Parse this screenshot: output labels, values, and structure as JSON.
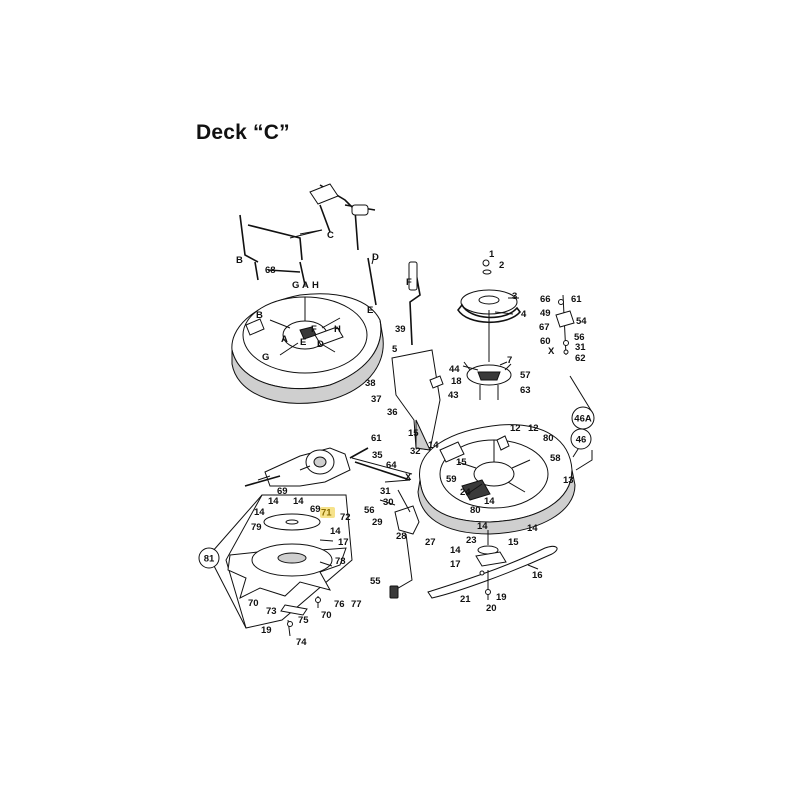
{
  "title": "Deck “C”",
  "labels": {
    "l1": "1",
    "l2": "2",
    "l3": "3",
    "l4": "4",
    "l5": "5",
    "l7": "7",
    "l12": "12",
    "l13": "13",
    "l14": "14",
    "l15": "15",
    "l16": "16",
    "l17": "17",
    "l18": "18",
    "l19": "19",
    "l20": "20",
    "l21": "21",
    "l23": "23",
    "l24": "24",
    "l27": "27",
    "l28": "28",
    "l29": "29",
    "l30": "30",
    "l31": "31",
    "l32": "32",
    "l35": "35",
    "l36": "36",
    "l37": "37",
    "l38": "38",
    "l39": "39",
    "l43": "43",
    "l44": "44",
    "l49": "49",
    "l54": "54",
    "l55": "55",
    "l56": "56",
    "l57": "57",
    "l58": "58",
    "l59": "59",
    "l60": "60",
    "l61": "61",
    "l62": "62",
    "l63": "63",
    "l64": "64",
    "l66": "66",
    "l67": "67",
    "l68": "68",
    "l69": "69",
    "l70": "70",
    "l71": "71",
    "l72": "72",
    "l73": "73",
    "l74": "74",
    "l75": "75",
    "l76": "76",
    "l77": "77",
    "l78": "78",
    "l79": "79",
    "l80": "80",
    "A": "A",
    "B": "B",
    "C": "C",
    "D": "D",
    "E": "E",
    "F": "F",
    "G": "G",
    "H": "H",
    "X": "X"
  },
  "circled": {
    "c46A": "46A",
    "c46": "46",
    "c81": "81"
  },
  "highlight_color": "#f6e28a"
}
